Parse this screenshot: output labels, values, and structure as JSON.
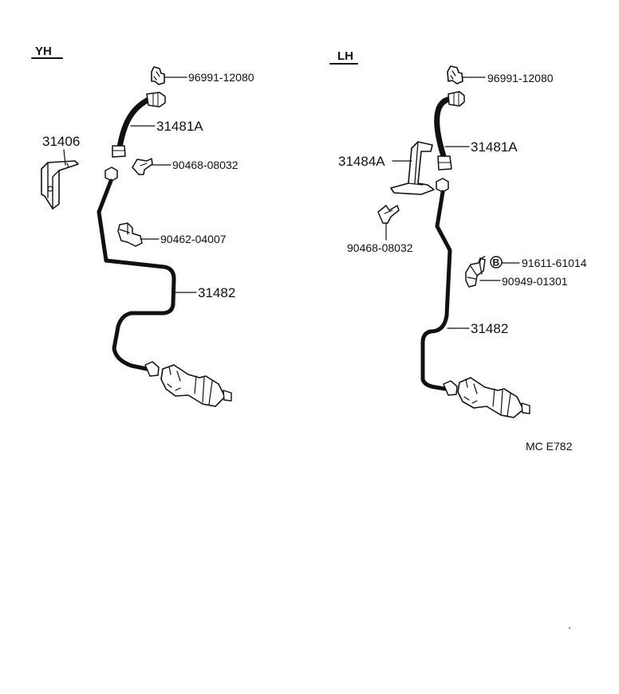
{
  "diagram": {
    "left_view": {
      "title": "YH",
      "parts": {
        "clip_top": "96991-12080",
        "flex_hose": "31481A",
        "bracket": "31406",
        "clip_mid": "90468-08032",
        "clamp": "90462-04007",
        "tube": "31482"
      }
    },
    "right_view": {
      "title": "LH",
      "parts": {
        "clip_top": "96991-12080",
        "flex_hose": "31481A",
        "bracket": "31484A",
        "clip_mid": "90468-08032",
        "bolt": "91611-61014",
        "bolt_marker": "B",
        "clamp": "90949-01301",
        "tube": "31482"
      }
    },
    "figure_code": "MC  E782"
  }
}
